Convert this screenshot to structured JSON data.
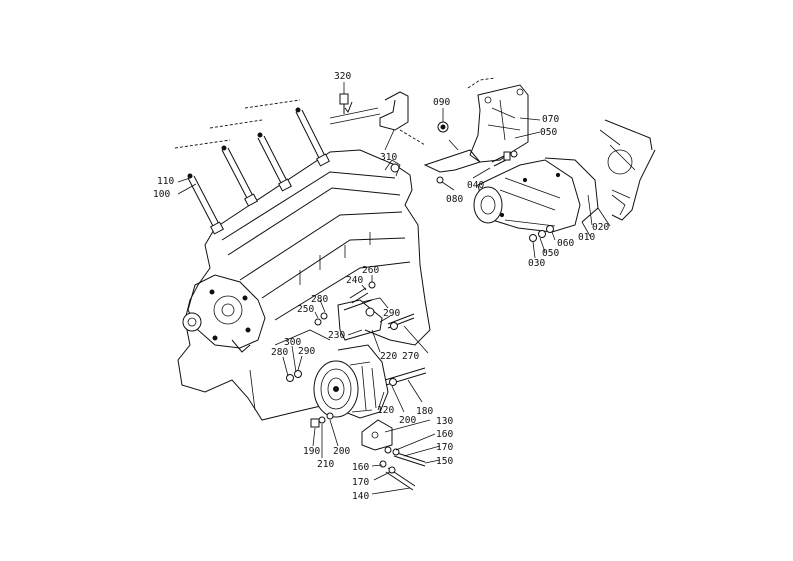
{
  "labels": {
    "p320": "320",
    "p090": "090",
    "p070": "070",
    "p050a": "050",
    "p310": "310",
    "p040": "040",
    "p080": "080",
    "p110": "110",
    "p100": "100",
    "p010": "010",
    "p020": "020",
    "p060": "060",
    "p050b": "050",
    "p030": "030",
    "p260": "260",
    "p240": "240",
    "p280a": "280",
    "p250": "250",
    "p290a": "290",
    "p230": "230",
    "p220": "220",
    "p270": "270",
    "p300": "300",
    "p280b": "280",
    "p290b": "290",
    "p120": "120",
    "p200a": "200",
    "p180": "180",
    "p130": "130",
    "p160a": "160",
    "p170a": "170",
    "p150": "150",
    "p190": "190",
    "p210": "210",
    "p200b": "200",
    "p160b": "160",
    "p170b": "170",
    "p140": "140"
  }
}
